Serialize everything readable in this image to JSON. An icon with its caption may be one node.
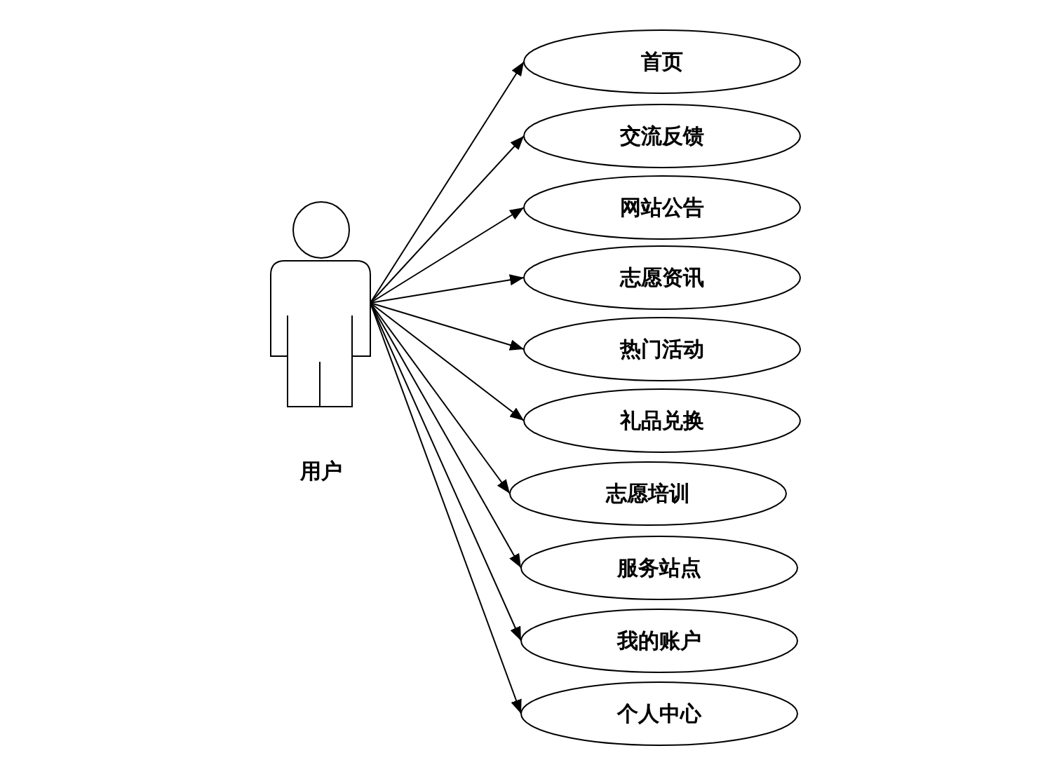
{
  "diagram": {
    "nodes": [
      {
        "text": [
          "用户"
        ]
      },
      {
        "text": [
          "首页"
        ]
      },
      {
        "text": [
          "交流反馈"
        ]
      },
      {
        "text": [
          "网站公告"
        ]
      },
      {
        "text": [
          "志愿资讯"
        ]
      },
      {
        "text": [
          "热门活动"
        ]
      },
      {
        "text": [
          "礼品兑换"
        ]
      },
      {
        "text": [
          "志愿培训"
        ]
      },
      {
        "text": [
          "服务站点"
        ]
      },
      {
        "text": [
          "我的账户"
        ]
      },
      {
        "text": [
          "个人中心"
        ]
      }
    ],
    "edges": [
      {
        "from": 0,
        "to": 1,
        "arrow": "to"
      },
      {
        "from": 0,
        "to": 2,
        "arrow": "to"
      },
      {
        "from": 0,
        "to": 3,
        "arrow": "to"
      },
      {
        "from": 0,
        "to": 4,
        "arrow": "to"
      },
      {
        "from": 0,
        "to": 5,
        "arrow": "to"
      },
      {
        "from": 0,
        "to": 6,
        "arrow": "to"
      },
      {
        "from": 0,
        "to": 7,
        "arrow": "to"
      },
      {
        "from": 0,
        "to": 8,
        "arrow": "to"
      },
      {
        "from": 0,
        "to": 9,
        "arrow": "to"
      },
      {
        "from": 0,
        "to": 10,
        "arrow": "to"
      }
    ]
  }
}
